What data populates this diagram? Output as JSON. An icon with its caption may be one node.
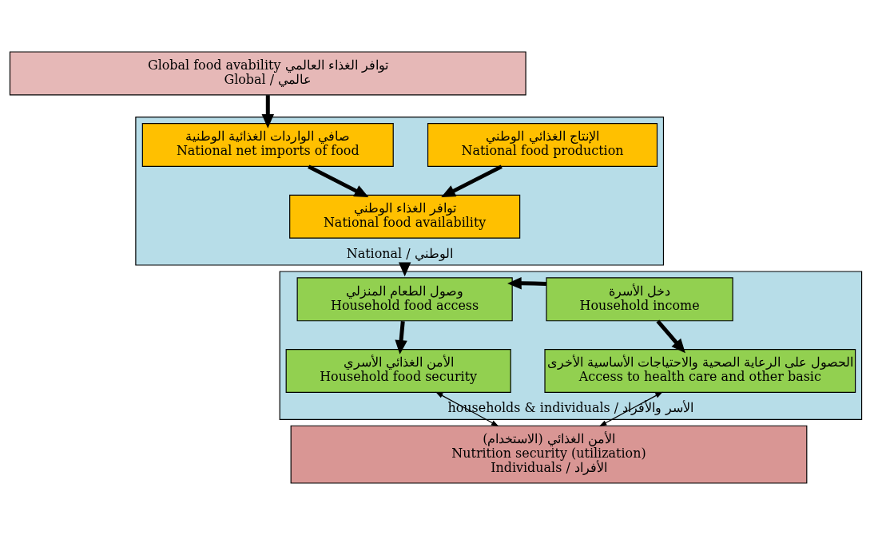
{
  "diagram": {
    "nodes": [
      {
        "text": [
          "Global food avability توافر الغذاء العالمي",
          "Global / عالمي"
        ]
      },
      {
        "text": [
          "National / الوطني"
        ]
      },
      {
        "text": [
          "صافي الواردات الغذائية الوطنية",
          "National net imports of food"
        ],
        "in": 1
      },
      {
        "text": [
          "الإنتاج الغذائي الوطني",
          "National food production"
        ],
        "in": 1
      },
      {
        "text": [
          "توافر الغذاء الوطني",
          "National food availability"
        ],
        "in": 1
      },
      {
        "text": [
          "households & individuals / الأسر والأفراد"
        ]
      },
      {
        "text": [
          "وصول الطعام المنزلي",
          "Household food access"
        ],
        "in": 5
      },
      {
        "text": [
          "دخل الأسرة",
          "Household income"
        ],
        "in": 5
      },
      {
        "text": [
          "الأمن الغذائي الأسري",
          "Household food security"
        ],
        "in": 5
      },
      {
        "text": [
          "الحصول على الرعاية الصحية والاحتياجات الأساسية الأخرى",
          "Access to health care and other basic"
        ],
        "in": 5
      },
      {
        "text": [
          "الأمن الغذائي (الاستخدام)",
          "Nutrition security (utilization)",
          "Individuals / الأفراد"
        ]
      }
    ],
    "edges": [
      {
        "from": 0,
        "to": 2,
        "arrow": "to"
      },
      {
        "from": 2,
        "to": 4,
        "arrow": "to"
      },
      {
        "from": 3,
        "to": 4,
        "arrow": "to"
      },
      {
        "from": 1,
        "to": 5,
        "arrow": "to"
      },
      {
        "from": 7,
        "to": 6,
        "arrow": "to"
      },
      {
        "from": 6,
        "to": 8,
        "arrow": "to"
      },
      {
        "from": 7,
        "to": 9,
        "arrow": "to"
      },
      {
        "from": 8,
        "to": 10,
        "arrow": "both"
      },
      {
        "from": 9,
        "to": 10,
        "arrow": "both"
      }
    ]
  }
}
